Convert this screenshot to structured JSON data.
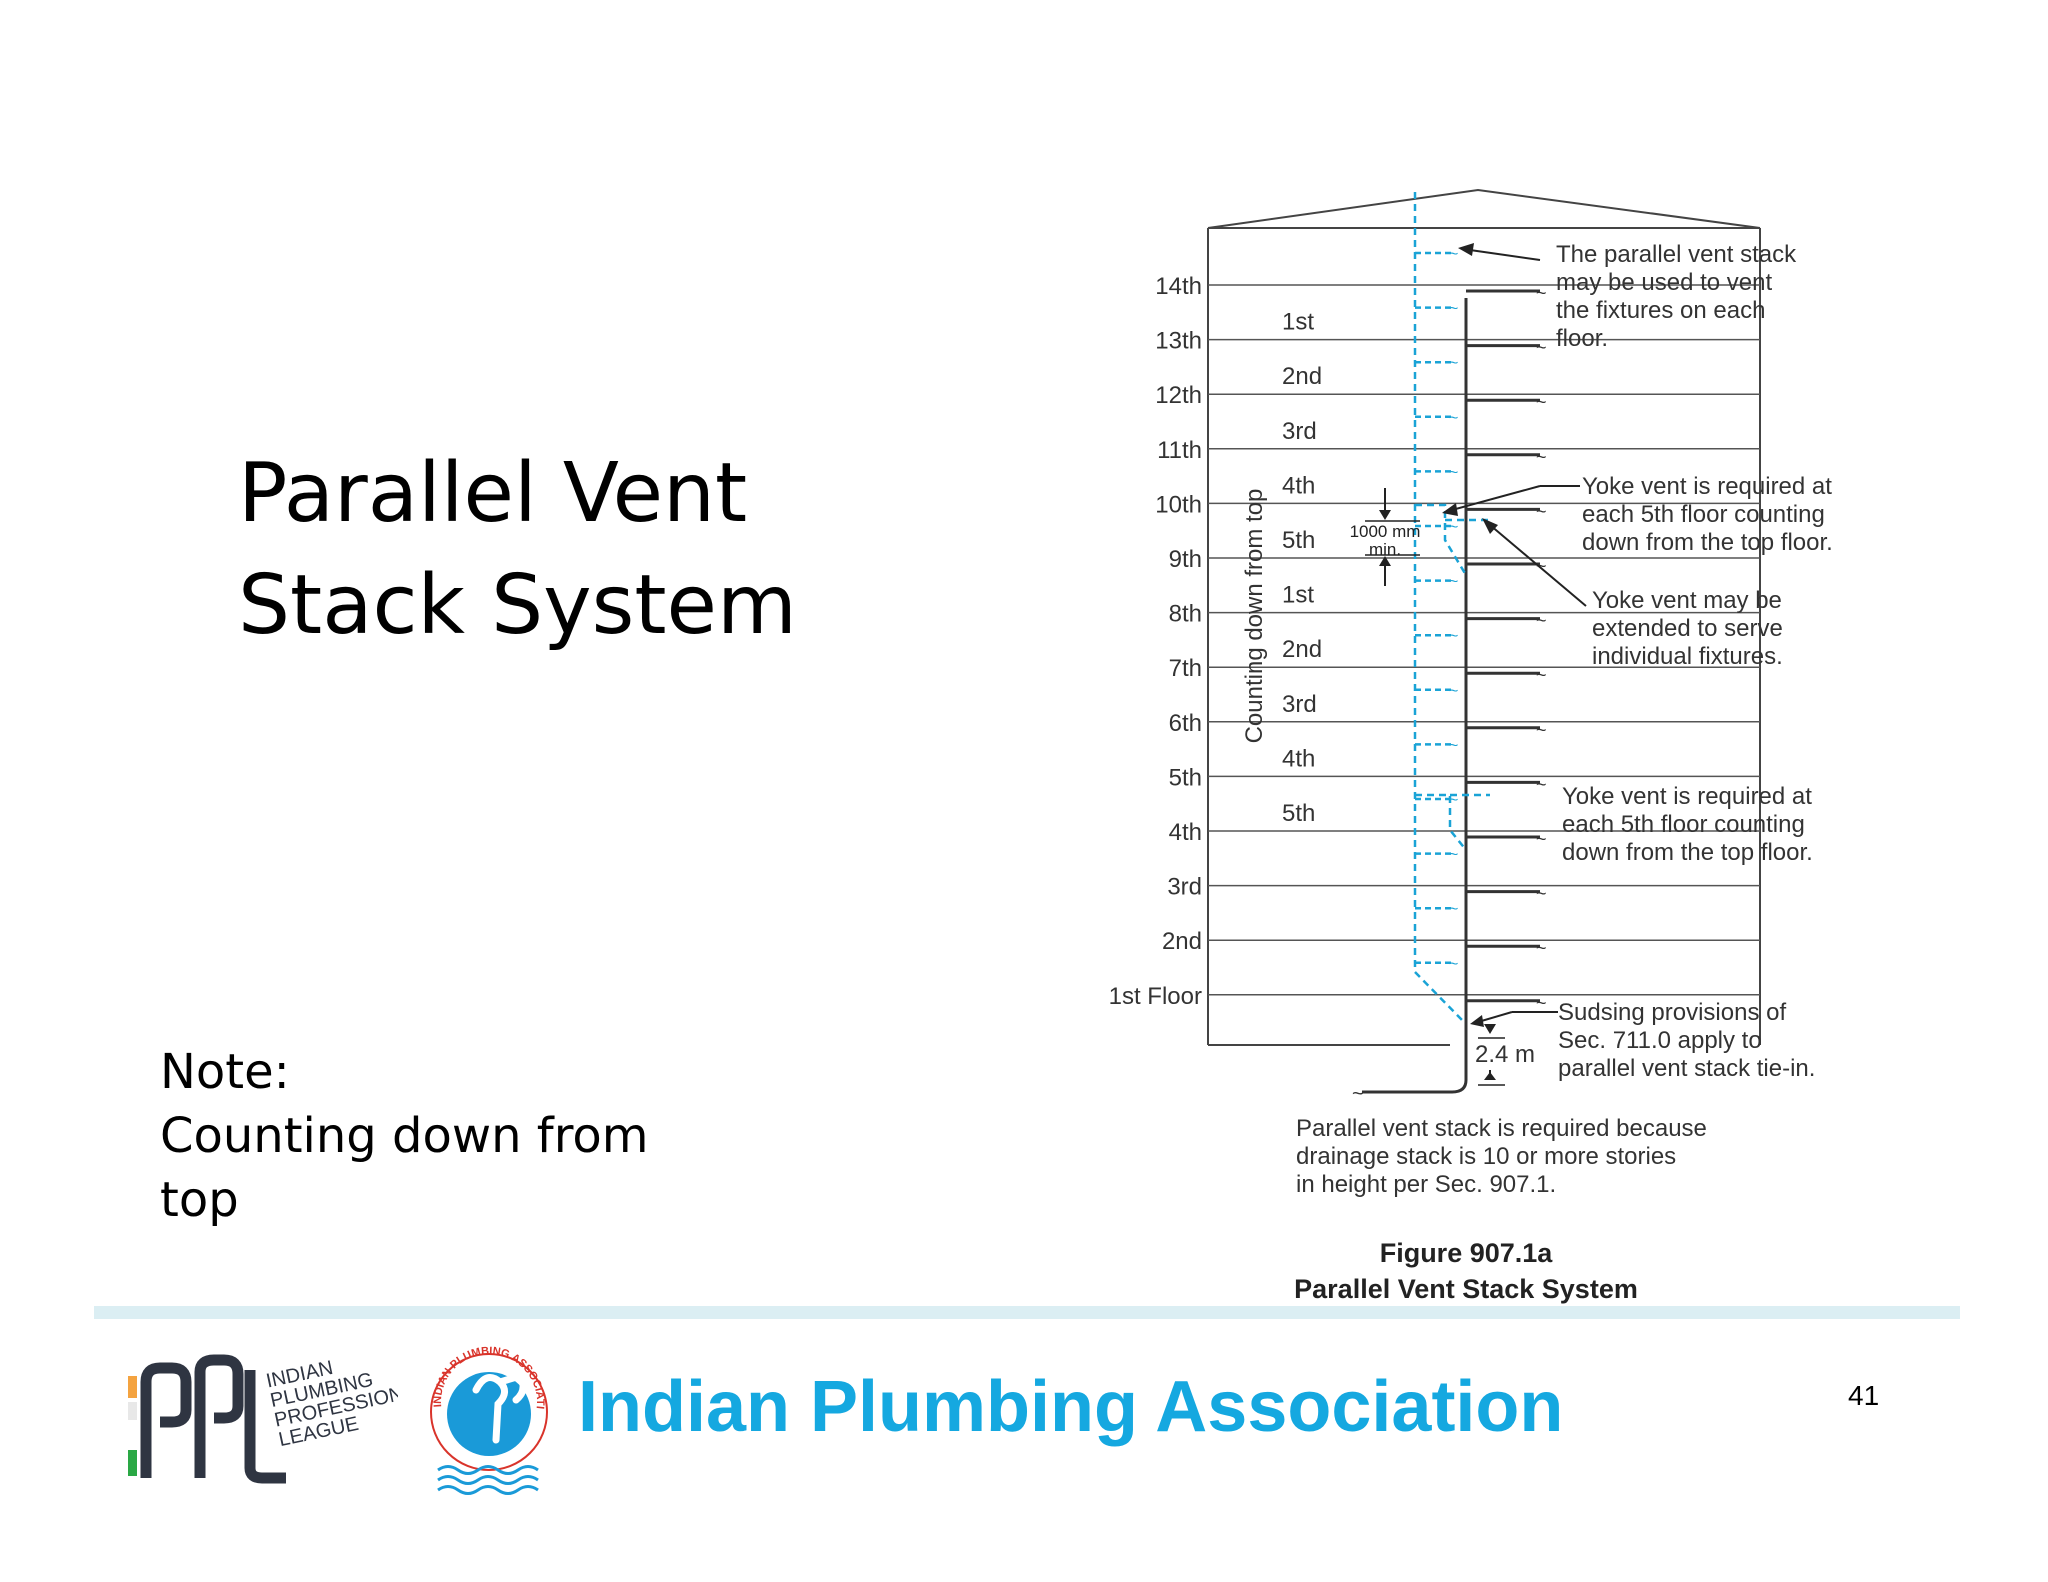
{
  "slide": {
    "title_line1": "Parallel Vent",
    "title_line2": "Stack System",
    "note_line1": "Note:",
    "note_line2": "Counting down from",
    "note_line3": "top",
    "page_number": "41"
  },
  "diagram": {
    "floors": [
      "14th",
      "13th",
      "12th",
      "11th",
      "10th",
      "9th",
      "8th",
      "7th",
      "6th",
      "5th",
      "4th",
      "3rd",
      "2nd",
      "1st Floor"
    ],
    "count_labels": [
      "1st",
      "2nd",
      "3rd",
      "4th",
      "5th",
      "1st",
      "2nd",
      "3rd",
      "4th",
      "5th"
    ],
    "vertical_label": "Counting down from top",
    "dim_label_1": "1000 mm",
    "dim_label_2": "min.",
    "dim_24": "2.4 m",
    "callout_1": [
      "The parallel vent stack",
      "may be used to vent",
      "the fixtures on each",
      "floor."
    ],
    "callout_2": [
      "Yoke vent is required at",
      "each 5th floor counting",
      "down from the top floor."
    ],
    "callout_3": [
      "Yoke vent may be",
      "extended to serve",
      "individual fixtures."
    ],
    "callout_4": [
      "Yoke vent is required at",
      "each 5th floor counting",
      "down from the top floor."
    ],
    "callout_5": [
      "Sudsing provisions of",
      "Sec. 711.0 apply to",
      "parallel vent stack tie-in."
    ],
    "bottom_note": [
      "Parallel vent stack is required because",
      "drainage stack is 10 or more stories",
      "in height per Sec. 907.1."
    ],
    "figure_number": "Figure 907.1a",
    "figure_title": "Parallel Vent Stack System",
    "colors": {
      "vent": "#1aa3d6",
      "line": "#333333"
    }
  },
  "footer": {
    "org_name": "Indian Plumbing Association",
    "ippl_text": [
      "INDIAN",
      "PLUMBING",
      "PROFESSIONALS",
      "LEAGUE"
    ],
    "ipa_ring_text": "INDIAN PLUMBING ASSOCIATION",
    "brand_color": "#15a8e0"
  }
}
